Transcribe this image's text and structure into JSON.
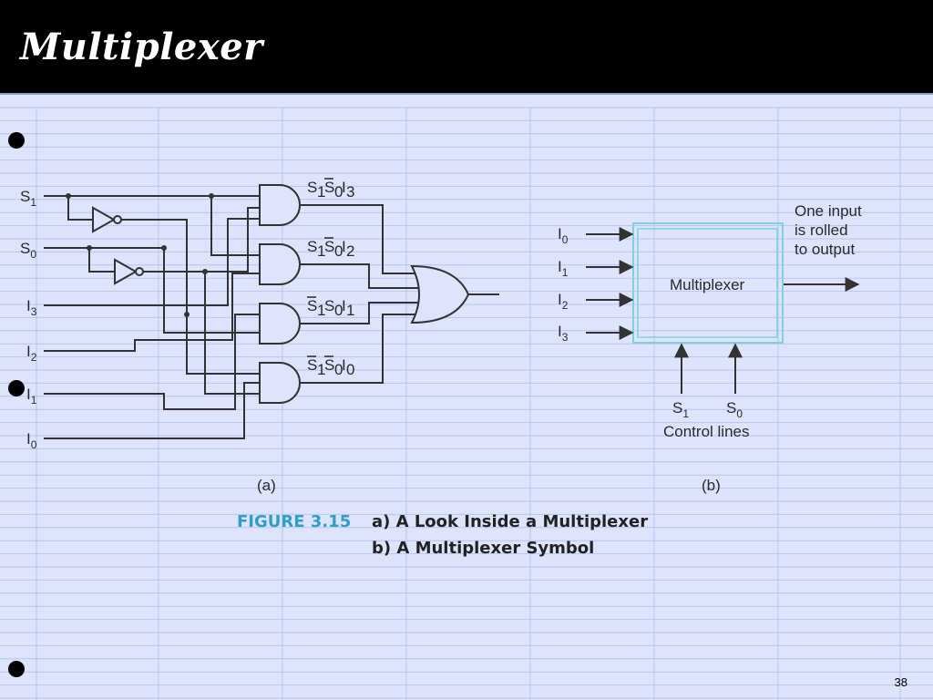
{
  "slide": {
    "title": "Multiplexer",
    "page_number": "38"
  },
  "colors": {
    "background": "#dde4fb",
    "title_bar": "#000000",
    "grid_lines": "#b7c4ee",
    "figure_label": "#2f9fc9",
    "wire": "#333333",
    "symbol_box_border": "#7fd0e0"
  },
  "figure": {
    "label": "FIGURE 3.15",
    "caption_a": "a)  A Look Inside a Multiplexer",
    "caption_b": "b)  A Multiplexer Symbol"
  },
  "panel_a": {
    "tag": "(a)",
    "inputs": {
      "s1": {
        "base": "S",
        "sub": "1"
      },
      "s0": {
        "base": "S",
        "sub": "0"
      },
      "i3": {
        "base": "I",
        "sub": "3"
      },
      "i2": {
        "base": "I",
        "sub": "2"
      },
      "i1": {
        "base": "I",
        "sub": "1"
      },
      "i0": {
        "base": "I",
        "sub": "0"
      }
    },
    "terms": [
      {
        "id": "and1",
        "parts": [
          {
            "t": "S",
            "s": "1",
            "bar": false
          },
          {
            "t": "S",
            "s": "0",
            "bar": true
          },
          {
            "t": "I",
            "s": "3",
            "bar": false
          }
        ]
      },
      {
        "id": "and2",
        "parts": [
          {
            "t": "S",
            "s": "1",
            "bar": false
          },
          {
            "t": "S",
            "s": "0",
            "bar": true
          },
          {
            "t": "I",
            "s": "2",
            "bar": false
          }
        ]
      },
      {
        "id": "and3",
        "parts": [
          {
            "t": "S",
            "s": "1",
            "bar": true
          },
          {
            "t": "S",
            "s": "0",
            "bar": false
          },
          {
            "t": "I",
            "s": "1",
            "bar": false
          }
        ]
      },
      {
        "id": "and4",
        "parts": [
          {
            "t": "S",
            "s": "1",
            "bar": true
          },
          {
            "t": "S",
            "s": "0",
            "bar": true
          },
          {
            "t": "I",
            "s": "0",
            "bar": false
          }
        ]
      }
    ]
  },
  "panel_b": {
    "tag": "(b)",
    "box_label": "Multiplexer",
    "inputs": [
      {
        "base": "I",
        "sub": "0"
      },
      {
        "base": "I",
        "sub": "1"
      },
      {
        "base": "I",
        "sub": "2"
      },
      {
        "base": "I",
        "sub": "3"
      }
    ],
    "selects": [
      {
        "base": "S",
        "sub": "1"
      },
      {
        "base": "S",
        "sub": "0"
      }
    ],
    "control_label": "Control lines",
    "output_note": [
      "One input",
      "is rolled",
      "to output"
    ]
  }
}
